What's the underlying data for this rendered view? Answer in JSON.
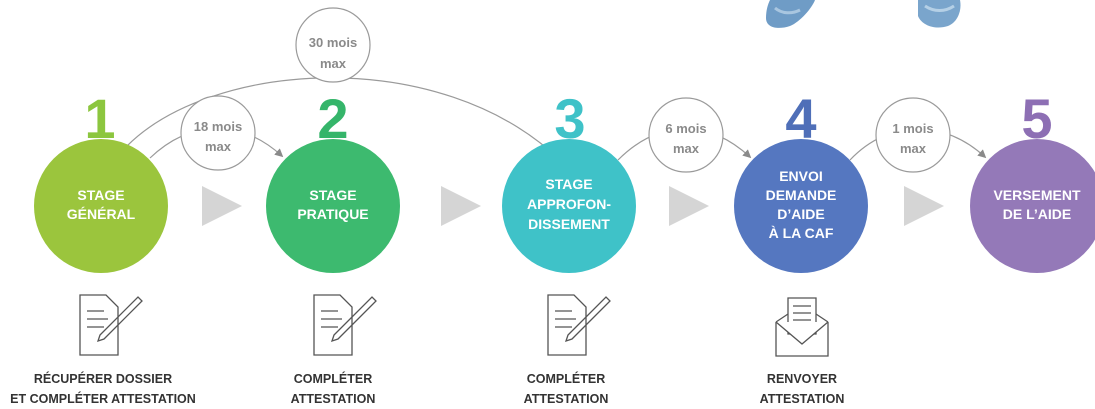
{
  "steps": [
    {
      "number": "1",
      "label_lines": [
        "STAGE",
        "GÉNÉRAL"
      ],
      "color": "#9bc53d",
      "number_color": "#8cc63f",
      "icon": "document-pen-icon",
      "caption_lines": [
        "RÉCUPÉRER DOSSIER",
        "ET COMPLÉTER ATTESTATION"
      ]
    },
    {
      "number": "2",
      "label_lines": [
        "STAGE",
        "PRATIQUE"
      ],
      "color": "#3dba6f",
      "number_color": "#35b56a",
      "icon": "document-pen-icon",
      "caption_lines": [
        "COMPLÉTER",
        "ATTESTATION"
      ]
    },
    {
      "number": "3",
      "label_lines": [
        "STAGE",
        "APPROFON-",
        "DISSEMENT"
      ],
      "color": "#3fc2c8",
      "number_color": "#3fc2c8",
      "icon": "document-pen-icon",
      "caption_lines": [
        "COMPLÉTER",
        "ATTESTATION"
      ]
    },
    {
      "number": "4",
      "label_lines": [
        "ENVOI",
        "DEMANDE",
        "D’AIDE",
        "À LA CAF"
      ],
      "color": "#5577c0",
      "number_color": "#4f6fb8",
      "icon": "envelope-document-icon",
      "caption_lines": [
        "RENVOYER",
        "ATTESTATION"
      ]
    },
    {
      "number": "5",
      "label_lines": [
        "VERSEMENT",
        "DE L’AIDE"
      ],
      "color": "#9479b8",
      "number_color": "#8d6fb4",
      "icon": "",
      "caption_lines": []
    }
  ],
  "durations": [
    {
      "id": "duration-30-mois",
      "lines": [
        "30 mois",
        "max"
      ]
    },
    {
      "id": "duration-18-mois",
      "lines": [
        "18 mois",
        "max"
      ]
    },
    {
      "id": "duration-6-mois",
      "lines": [
        "6 mois",
        "max"
      ]
    },
    {
      "id": "duration-1-mois",
      "lines": [
        "1 mois",
        "max"
      ]
    }
  ],
  "colors": {
    "connector": "#9a9a9a",
    "arrow": "#d5d5d5",
    "caption": "#333333",
    "icon": "#555555",
    "jeans": "#6f9cc6"
  }
}
